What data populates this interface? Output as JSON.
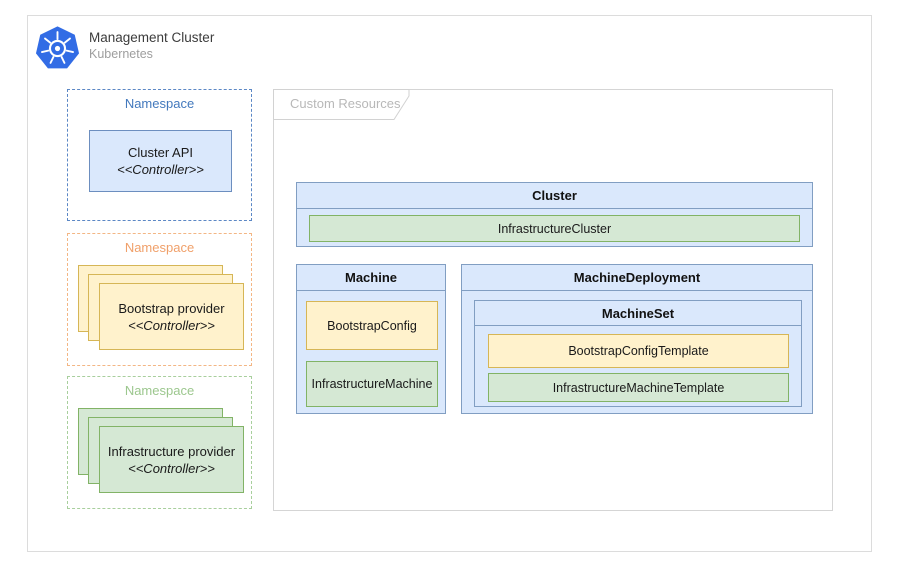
{
  "colors": {
    "kubernetes_blue": "#326ce5",
    "blue_fill": "#dae8fc",
    "blue_border": "#6c8ebf",
    "yellow_fill": "#fff2cc",
    "yellow_border": "#d6b656",
    "green_fill": "#d5e8d4",
    "green_border": "#82b366",
    "namespace_blue": "#4379bd",
    "namespace_orange": "#f0a06a",
    "namespace_green": "#9cc78e",
    "muted_gray_text": "#b8b8b8"
  },
  "header": {
    "title": "Management Cluster",
    "subtitle": "Kubernetes",
    "logo_icon": "kubernetes-logo"
  },
  "namespaces": [
    {
      "label": "Namespace",
      "color": "blue",
      "box": {
        "title": "Cluster API",
        "stereotype": "<<Controller>>"
      }
    },
    {
      "label": "Namespace",
      "color": "orange",
      "box": {
        "title": "Bootstrap provider",
        "stereotype": "<<Controller>>"
      }
    },
    {
      "label": "Namespace",
      "color": "green",
      "box": {
        "title": "Infrastructure provider",
        "stereotype": "<<Controller>>"
      }
    }
  ],
  "custom_resources": {
    "label": "Custom Resources",
    "cluster": {
      "title": "Cluster",
      "child": "InfrastructureCluster"
    },
    "machine": {
      "title": "Machine",
      "children": [
        "BootstrapConfig",
        "InfrastructureMachine"
      ]
    },
    "machine_deployment": {
      "title": "MachineDeployment",
      "machine_set": {
        "title": "MachineSet",
        "children": [
          "BootstrapConfigTemplate",
          "InfrastructureMachineTemplate"
        ]
      }
    }
  }
}
